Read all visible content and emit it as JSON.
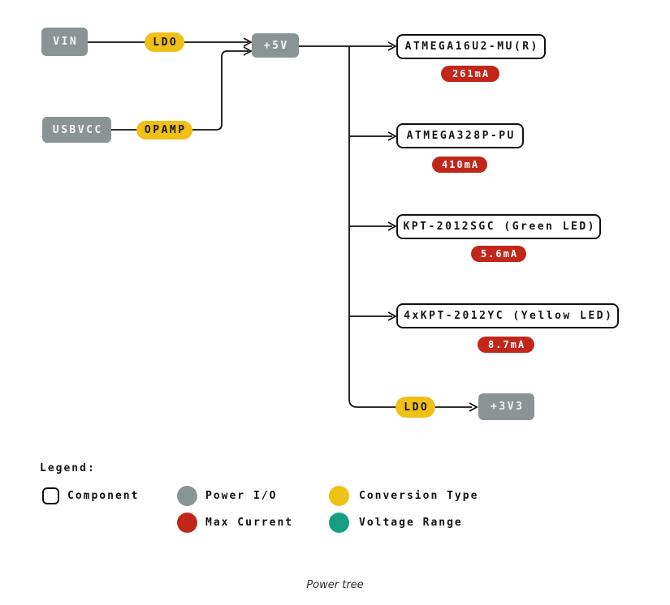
{
  "page": {
    "background": "#ffffff",
    "caption": "Power tree"
  },
  "colors": {
    "power_io": "#8A9495",
    "conversion_type": "#F0C017",
    "max_current": "#C0271A",
    "voltage_range": "#159E80",
    "line": "#111111"
  },
  "diagram": {
    "sources": {
      "vin": "VIN",
      "usbvcc": "USBVCC"
    },
    "converters": {
      "ldo_input": "LDO",
      "opamp": "OPAMP",
      "ldo_3v3": "LDO"
    },
    "rails": {
      "plus_5v": "+5V",
      "plus_3v3": "+3V3"
    },
    "components": [
      {
        "name": "ATMEGA16U2-MU(R)",
        "max_current": "261mA"
      },
      {
        "name": "ATMEGA328P-PU",
        "max_current": "410mA"
      },
      {
        "name": "KPT-2012SGC (Green LED)",
        "max_current": "5.6mA"
      },
      {
        "name": "4xKPT-2012YC (Yellow LED)",
        "max_current": "8.7mA"
      }
    ]
  },
  "legend": {
    "title": "Legend:",
    "component": "Component",
    "power_io": "Power I/O",
    "conversion_type": "Conversion Type",
    "max_current": "Max Current",
    "voltage_range": "Voltage Range"
  }
}
